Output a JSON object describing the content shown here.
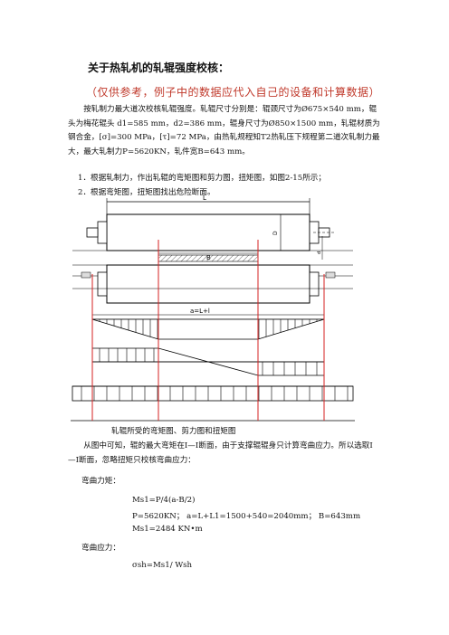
{
  "title": "关于热轧机的轧辊强度校核：",
  "subtitle": "（仅供参考，例子中的数据应代入自己的设备和计算数据）",
  "para1": "按轧制力最大道次校核轧辊强度。轧辊尺寸分别是：辊颈尺寸为Ø675×540 mm，辊头为梅花辊头 d1=585 mm，d2=386 mm，辊身尺寸为Ø850×1500 mm，轧辊材质为钢合金，[σ]=300 MPa，[τ]=72 MPa，由热轧规程知T2热轧压下规程第二道次轧制力最大，最大轧制力P=5620KN，轧件宽B=643 mm。",
  "item1": "1．根据轧制力，作出轧辊的弯矩图和剪力图，扭矩图，如图2-15所示；",
  "item2": "2．根据弯矩图，扭矩图找出危险断面。",
  "figure": {
    "label_L": "L",
    "label_B": "B",
    "label_a": "a=L+l",
    "label_D": "D",
    "label_d": "d",
    "caption": "轧辊所受的弯矩图、剪力图和扭矩图"
  },
  "para2": "从图中可知，辊的最大弯矩在Ⅰ—Ⅰ断面，由于支撑辊辊身只计算弯曲应力。所以选取Ⅰ—Ⅰ断面，忽略扭矩只校核弯曲应力：",
  "bend_moment_label": "弯曲力矩：",
  "eq1": "Ms1=P/4(a-B/2)",
  "eq2": "P=5620KN；  a=L+L1=1500+540=2040mm；  B=643mm",
  "eq3": "Ms1=2484 KN•m",
  "bend_stress_label": "弯曲应力：",
  "eq4": "σsh=Ms1/ Wsh"
}
